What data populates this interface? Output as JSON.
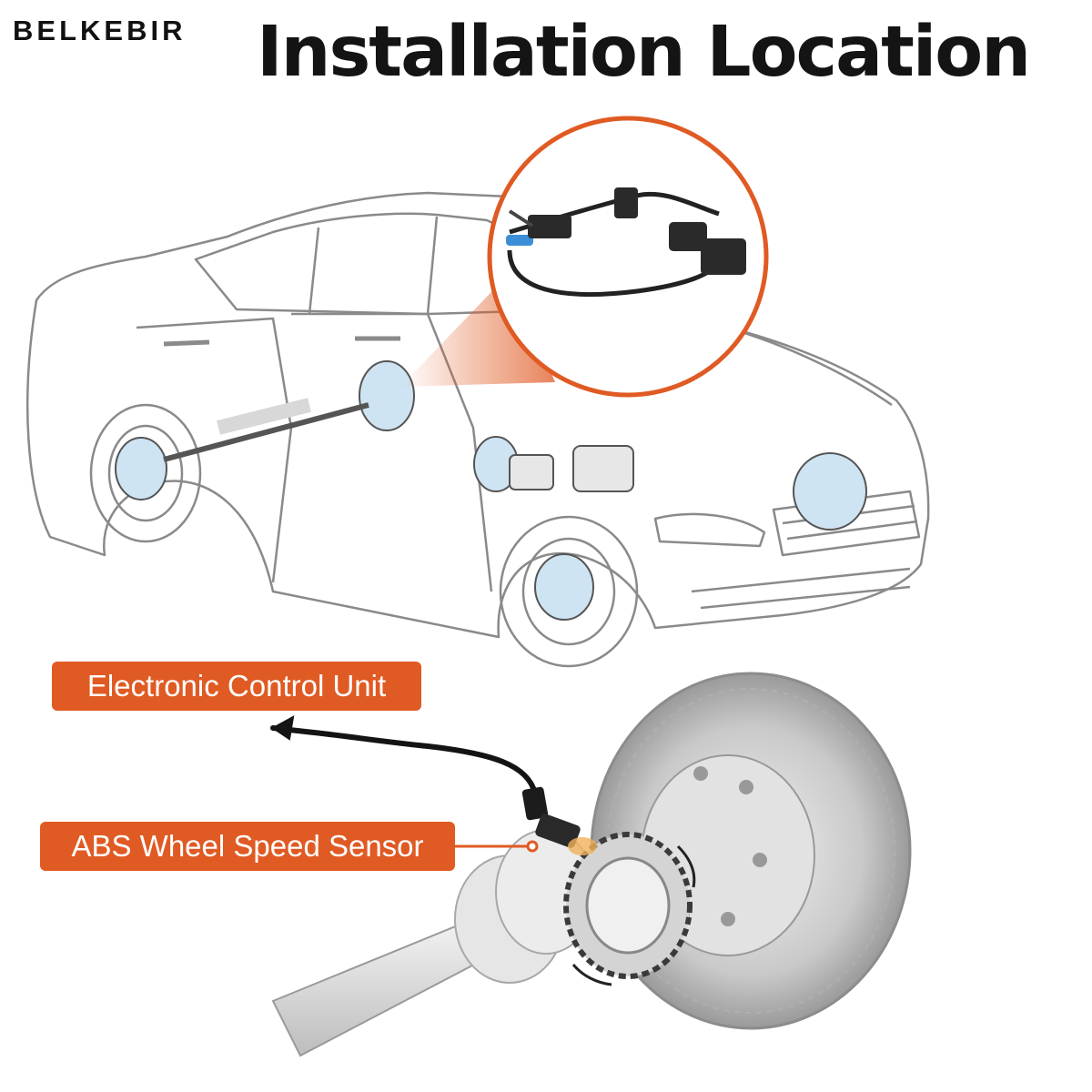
{
  "brand": {
    "name": "BELKEBIR"
  },
  "header": {
    "title": "Installation Location"
  },
  "callouts": {
    "ecu": "Electronic Control Unit",
    "abs": "ABS Wheel Speed Sensor"
  },
  "colors": {
    "accent": "#e05a23",
    "sensor_blue": "#3c8fd6",
    "ink": "#141414"
  }
}
